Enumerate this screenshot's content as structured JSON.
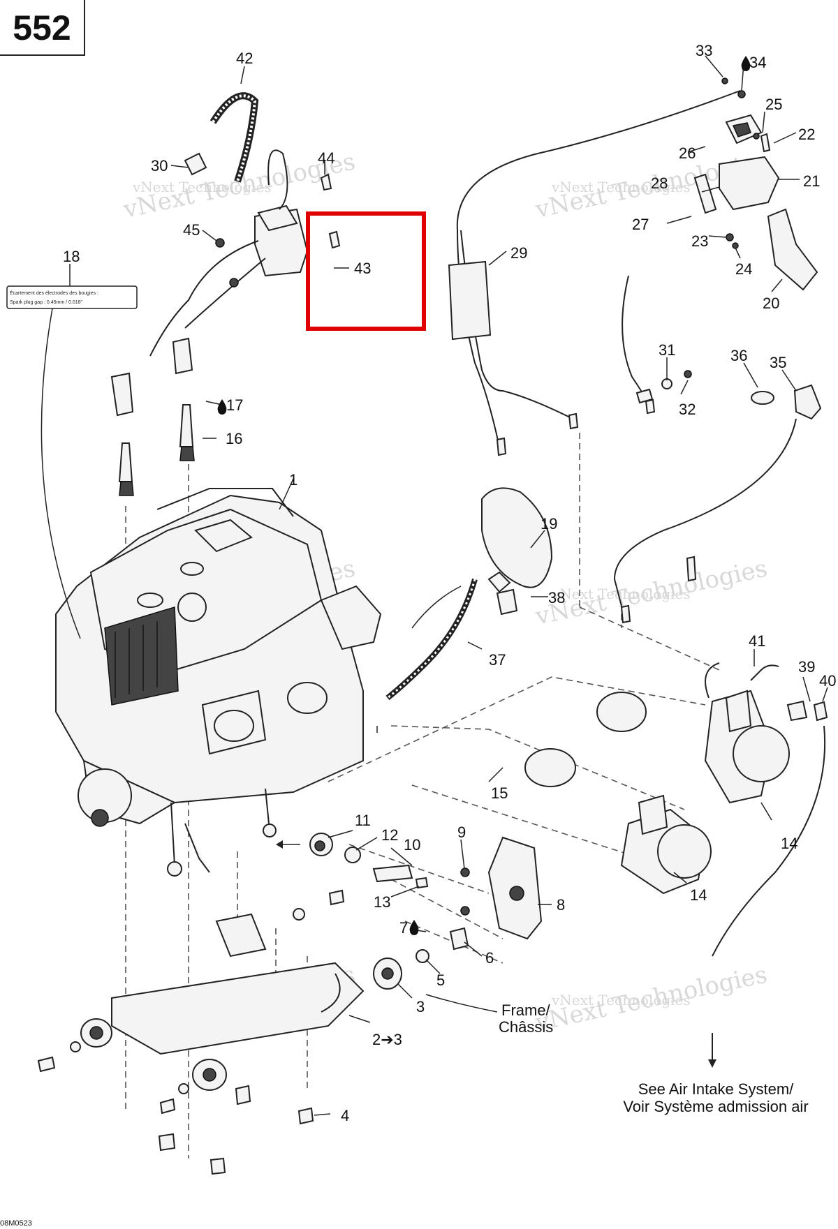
{
  "page_number": "552",
  "figure_code": "08M0523",
  "watermark": "vNext Technologies",
  "spark_plug_label": {
    "line_fr": "Écartement des électrodes des bougies :",
    "line_en": "Spark plug gap : 0.45mm / 0.018\""
  },
  "frame_note": {
    "line1": "Frame/",
    "line2": "Châssis"
  },
  "air_intake_note": {
    "line1": "See Air Intake System/",
    "line2": "Voir Système admission air"
  },
  "highlight_color": "#e00000",
  "callouts": {
    "c1": "1",
    "c2": "2",
    "c3": "3",
    "c4": "4",
    "c5": "5",
    "c6": "6",
    "c7": "7",
    "c8": "8",
    "c9": "9",
    "c10": "10",
    "c11": "11",
    "c12": "12",
    "c13": "13",
    "c14a": "14",
    "c14b": "14",
    "c15": "15",
    "c16": "16",
    "c17": "17",
    "c18": "18",
    "c19": "19",
    "c20": "20",
    "c21": "21",
    "c22": "22",
    "c23": "23",
    "c24": "24",
    "c25": "25",
    "c26": "26",
    "c27": "27",
    "c28": "28",
    "c29": "29",
    "c30": "30",
    "c31": "31",
    "c32": "32",
    "c33": "33",
    "c34": "34",
    "c35": "35",
    "c36": "36",
    "c37": "37",
    "c38": "38",
    "c39": "39",
    "c40": "40",
    "c41": "41",
    "c42": "42",
    "c43": "43",
    "c44": "44",
    "c45": "45",
    "c2to3": "2➔3"
  }
}
